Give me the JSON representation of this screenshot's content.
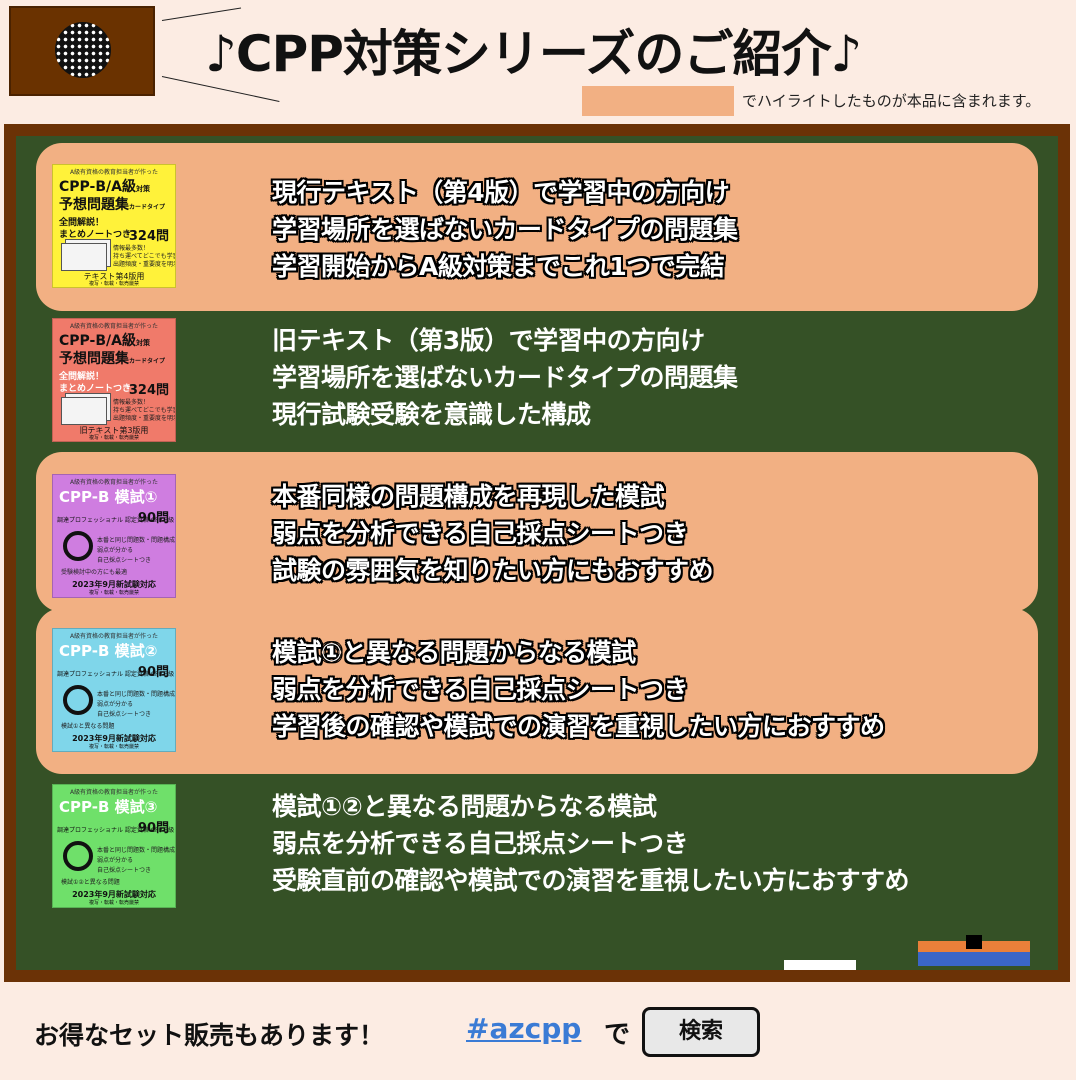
{
  "header": {
    "title": "♪CPP対策シリーズのご紹介♪",
    "legend_text": "でハイライトしたものが本品に含まれます。"
  },
  "colors": {
    "highlight": "#f2b083",
    "board": "#355126",
    "board_frame": "#6b3206",
    "background": "#fcece3",
    "hashtag": "#3a7bd5"
  },
  "products": [
    {
      "highlighted": true,
      "cover_color": "#fff23a",
      "cover": {
        "top": "A級有資格の教育担当者が作った",
        "title": "CPP-B/A級",
        "title_suffix": "対策",
        "subtitle": "予想問題集",
        "subtitle_suffix": "カードタイプ",
        "line1": "全問解説！",
        "line2": "まとめノートつき",
        "count": "324問",
        "notes": [
          "情報最多数！",
          "持ち運べてどこでも学習",
          "出題頻度・重要度を明示"
        ],
        "bottom": "テキスト第4版用",
        "bottom2": "複写・転載・転売厳禁"
      },
      "lines": [
        "現行テキスト（第4版）で学習中の方向け",
        "学習場所を選ばないカードタイプの問題集",
        "学習開始からA級対策までこれ1つで完結"
      ]
    },
    {
      "highlighted": false,
      "cover_color": "#f07a6a",
      "cover": {
        "top": "A級有資格の教育担当者が作った",
        "title": "CPP-B/A級",
        "title_suffix": "対策",
        "subtitle": "予想問題集",
        "subtitle_suffix": "カードタイプ",
        "line1": "全問解説！",
        "line2": "まとめノートつき",
        "count": "324問",
        "notes": [
          "情報最多数！",
          "持ち運べてどこでも学習",
          "出題頻度・重要度を明示"
        ],
        "bottom": "旧テキスト第3版用",
        "bottom2": "複写・転載・転売厳禁"
      },
      "lines": [
        "旧テキスト（第3版）で学習中の方向け",
        "学習場所を選ばないカードタイプの問題集",
        "現行試験受験を意識した構成"
      ]
    },
    {
      "highlighted": true,
      "cover_color": "#cf7de0",
      "cover": {
        "top": "A級有資格の教育担当者が作った",
        "title": "CPP-B 模試①",
        "sub": "調達プロフェッショナル 認定資格 CPP-B級",
        "count": "90問",
        "notes": [
          "本番と同じ問題数・問題構成",
          "弱点が分かる",
          "自己採点シートつき"
        ],
        "extra": "受験検討中の方にも最適",
        "bottom": "2023年9月新試験対応",
        "bottom2": "複写・転載・転売厳禁"
      },
      "lines": [
        "本番同様の問題構成を再現した模試",
        "弱点を分析できる自己採点シートつき",
        "試験の雰囲気を知りたい方にもおすすめ"
      ]
    },
    {
      "highlighted": true,
      "cover_color": "#7fd6ea",
      "cover": {
        "top": "A級有資格の教育担当者が作った",
        "title": "CPP-B 模試②",
        "sub": "調達プロフェッショナル 認定資格 CPP-B級",
        "count": "90問",
        "notes": [
          "本番と同じ問題数・問題構成",
          "弱点が分かる",
          "自己採点シートつき"
        ],
        "extra": "模試①と異なる問題",
        "bottom": "2023年9月新試験対応",
        "bottom2": "複写・転載・転売厳禁"
      },
      "lines": [
        "模試①と異なる問題からなる模試",
        "弱点を分析できる自己採点シートつき",
        "学習後の確認や模試での演習を重視したい方におすすめ"
      ]
    },
    {
      "highlighted": false,
      "cover_color": "#6fe06a",
      "cover": {
        "top": "A級有資格の教育担当者が作った",
        "title": "CPP-B 模試③",
        "sub": "調達プロフェッショナル 認定資格 CPP-B級",
        "count": "90問",
        "notes": [
          "本番と同じ問題数・問題構成",
          "弱点が分かる",
          "自己採点シートつき"
        ],
        "extra": "模試①②と異なる問題",
        "bottom": "2023年9月新試験対応",
        "bottom2": "複写・転載・転売厳禁"
      },
      "lines": [
        "模試①②と異なる問題からなる模試",
        "弱点を分析できる自己採点シートつき",
        "受験直前の確認や模試での演習を重視したい方におすすめ"
      ]
    }
  ],
  "footer": {
    "text": "お得なセット販売もあります！",
    "hashtag": "#azcpp",
    "de": "で",
    "search_label": "検索"
  }
}
